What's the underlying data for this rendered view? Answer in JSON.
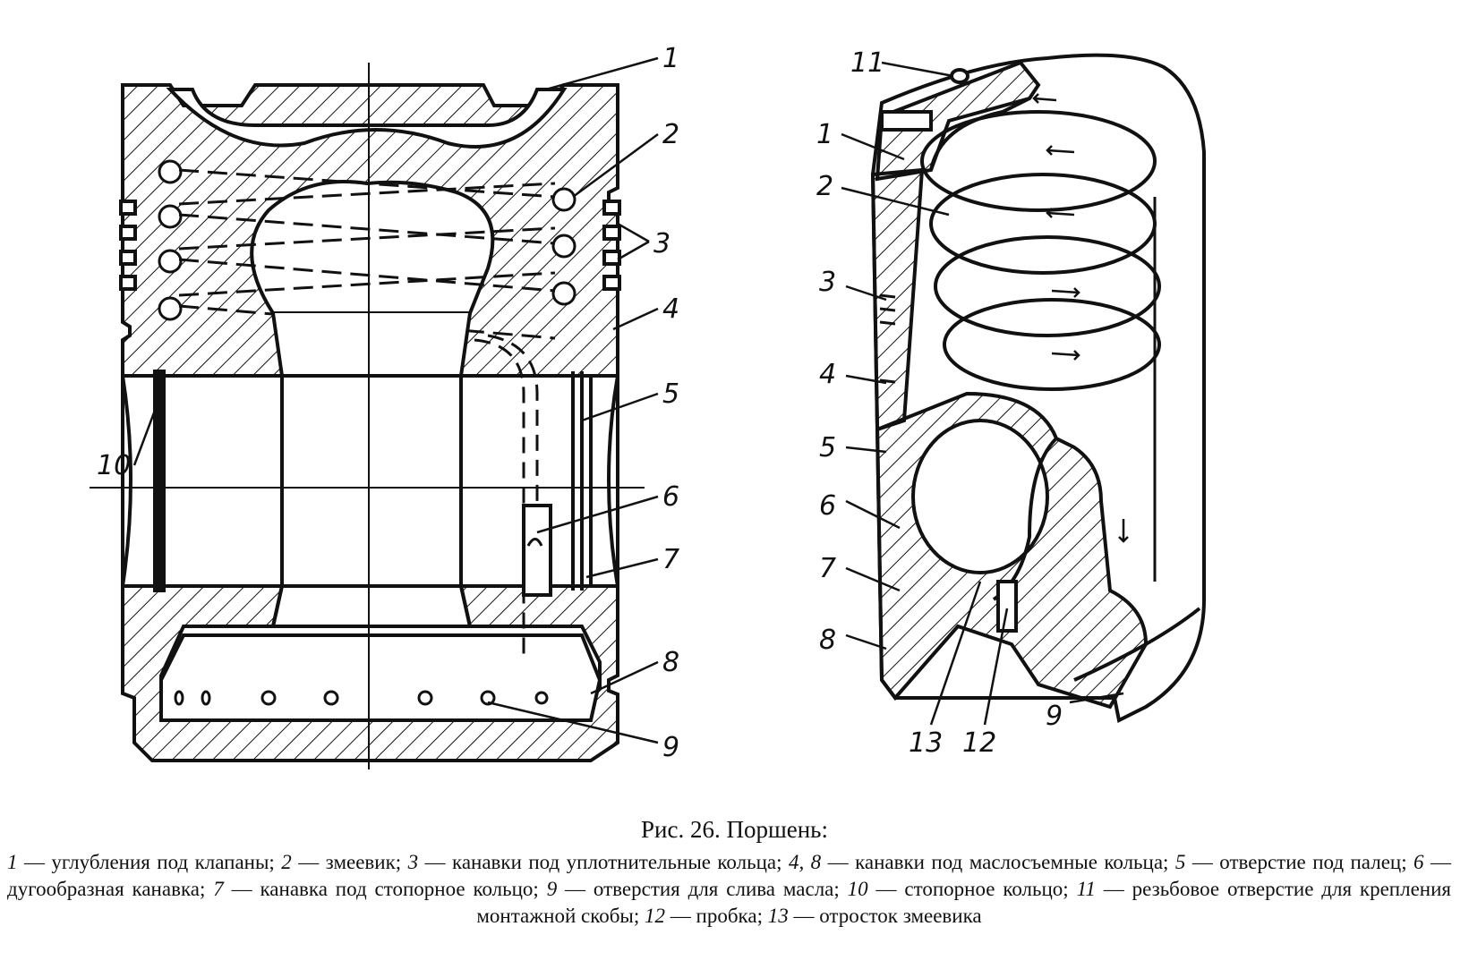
{
  "figure": {
    "left_labels": [
      "1",
      "2",
      "3",
      "4",
      "5",
      "6",
      "7",
      "8",
      "9",
      "10"
    ],
    "right_labels": [
      "11",
      "1",
      "2",
      "3",
      "4",
      "5",
      "6",
      "7",
      "8",
      "9",
      "12",
      "13"
    ]
  },
  "caption": {
    "title": "Рис. 26. Поршень:",
    "legend": [
      {
        "num": "1",
        "text": " — углубления под клапаны; "
      },
      {
        "num": "2",
        "text": " — змеевик; "
      },
      {
        "num": "3",
        "text": " — канавки под уплотнительные кольца; "
      },
      {
        "num": "4, 8",
        "text": " — канавки под маслосъемные кольца; "
      },
      {
        "num": "5",
        "text": " — отверстие под палец; "
      },
      {
        "num": "6",
        "text": " — дугообразная канавка; "
      },
      {
        "num": "7",
        "text": " — канавка под стопорное кольцо; "
      },
      {
        "num": "9",
        "text": " — отверстия для слива масла; "
      },
      {
        "num": "10",
        "text": " — стопорное кольцо; "
      },
      {
        "num": "11",
        "text": " — резьбовое отверстие для крепления монтажной скобы; "
      },
      {
        "num": "12",
        "text": " — пробка; "
      },
      {
        "num": "13",
        "text": " — отросток змеевика"
      }
    ]
  }
}
